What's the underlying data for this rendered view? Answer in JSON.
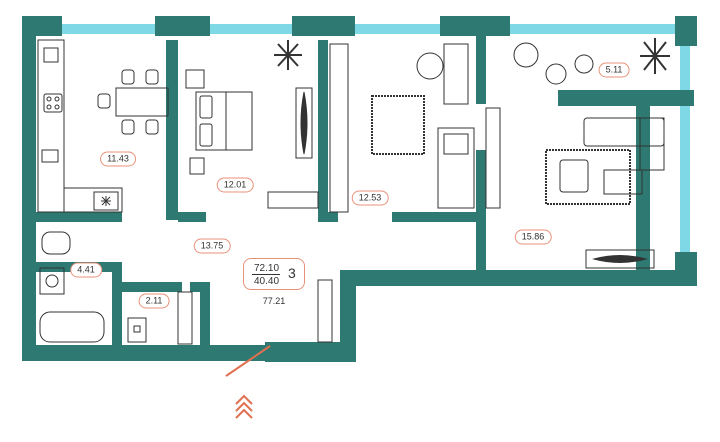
{
  "colors": {
    "wall": "#2e7a72",
    "window": "#7fd8e6",
    "accent": "#e07050",
    "line": "#333333"
  },
  "rooms": [
    {
      "name": "kitchen",
      "area": "11.43"
    },
    {
      "name": "bedroom",
      "area": "12.01"
    },
    {
      "name": "room-middle",
      "area": "12.53"
    },
    {
      "name": "balcony",
      "area": "5.11"
    },
    {
      "name": "hall",
      "area": "13.75"
    },
    {
      "name": "bathroom",
      "area": "4.41"
    },
    {
      "name": "wc",
      "area": "2.11"
    },
    {
      "name": "living",
      "area": "15.86"
    }
  ],
  "summary": {
    "total_area": "72.10",
    "living_area": "40.40",
    "rooms_count": "3",
    "area_alt": "77.21"
  },
  "icons": [
    "entrance-arrow-icon",
    "chevrons-up-icon",
    "fan-icon",
    "plant-icon"
  ]
}
